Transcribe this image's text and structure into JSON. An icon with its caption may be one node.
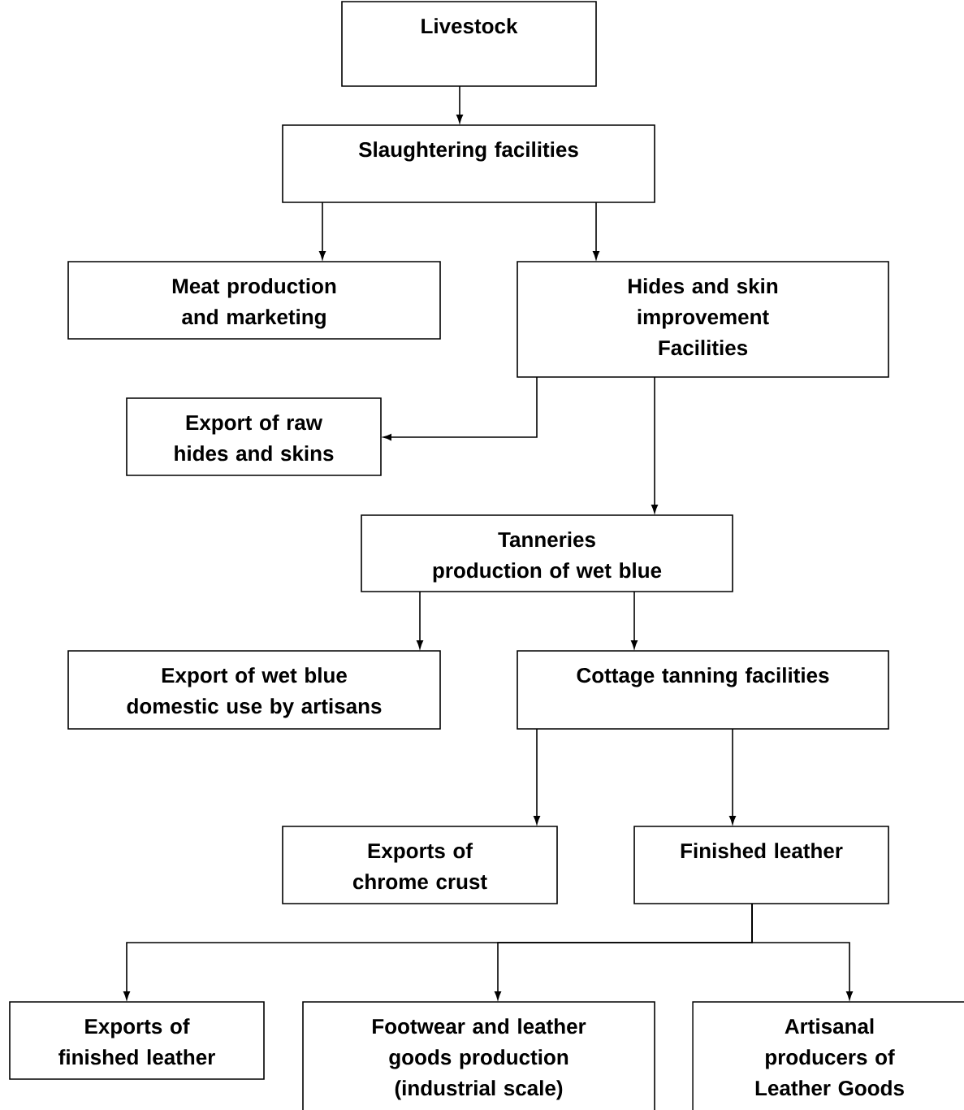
{
  "diagram": {
    "nodes": [
      {
        "text": [
          "Livestock"
        ]
      },
      {
        "text": [
          "Slaughtering facilities"
        ]
      },
      {
        "text": [
          "Meat production and marketing"
        ]
      },
      {
        "text": [
          "Hides and skin improvement Facilities"
        ]
      },
      {
        "text": [
          "Export of raw hides and skins"
        ]
      },
      {
        "text": [
          "Tanneries",
          "production of wet blue"
        ]
      },
      {
        "text": [
          "Export of wet blue",
          "domestic use by artisans"
        ]
      },
      {
        "text": [
          "Cottage tanning facilities"
        ]
      },
      {
        "text": [
          "Exports of chrome crust"
        ]
      },
      {
        "text": [
          "Finished leather"
        ]
      },
      {
        "text": [
          "Exports of finished leather"
        ]
      },
      {
        "text": [
          "Footwear and leather goods production (industrial scale)"
        ]
      },
      {
        "text": [
          "Artisanal producers of Leather Goods"
        ]
      }
    ],
    "edges": [
      {
        "from": 0,
        "to": 1,
        "arrow": "to"
      },
      {
        "from": 1,
        "to": 2,
        "arrow": "to"
      },
      {
        "from": 1,
        "to": 3,
        "arrow": "to"
      },
      {
        "from": 3,
        "to": 4,
        "arrow": "to"
      },
      {
        "from": 3,
        "to": 5,
        "arrow": "to"
      },
      {
        "from": 5,
        "to": 6,
        "arrow": "to"
      },
      {
        "from": 5,
        "to": 7,
        "arrow": "to"
      },
      {
        "from": 7,
        "to": 8,
        "arrow": "to"
      },
      {
        "from": 7,
        "to": 9,
        "arrow": "to"
      },
      {
        "from": 9,
        "to": 10,
        "arrow": "to"
      },
      {
        "from": 9,
        "to": 11,
        "arrow": "to"
      },
      {
        "from": 9,
        "to": 12,
        "arrow": "to"
      }
    ]
  }
}
